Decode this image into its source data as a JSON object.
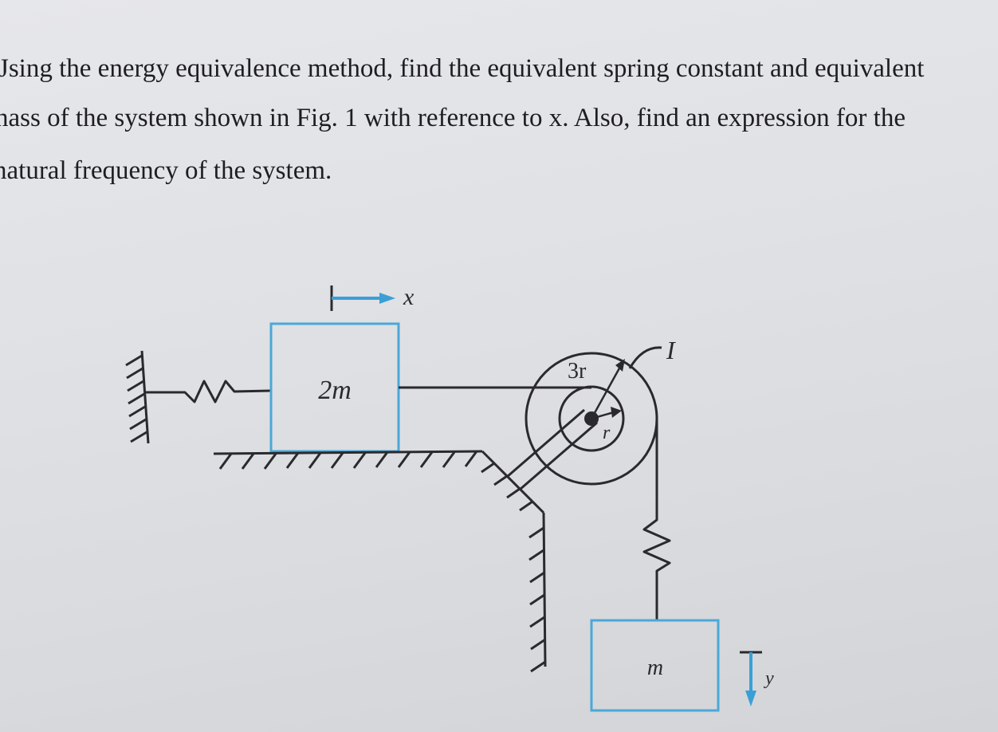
{
  "problem": {
    "line1": "Jsing the energy equivalence method, find the equivalent spring constant and equivalent",
    "line2": "nass of the system shown in Fig. 1 with reference to x. Also, find an expression for the",
    "line3": "natural frequency of the system."
  },
  "figure": {
    "block_left_label": "2m",
    "block_right_label": "m",
    "x_label": "x",
    "y_label": "y",
    "outer_radius_label": "3r",
    "inner_radius_label": "r",
    "inertia_label": "I"
  },
  "colors": {
    "block_outline": "#4aa8d8",
    "arrow": "#3b9fd6",
    "ink": "#2a2a2e"
  }
}
